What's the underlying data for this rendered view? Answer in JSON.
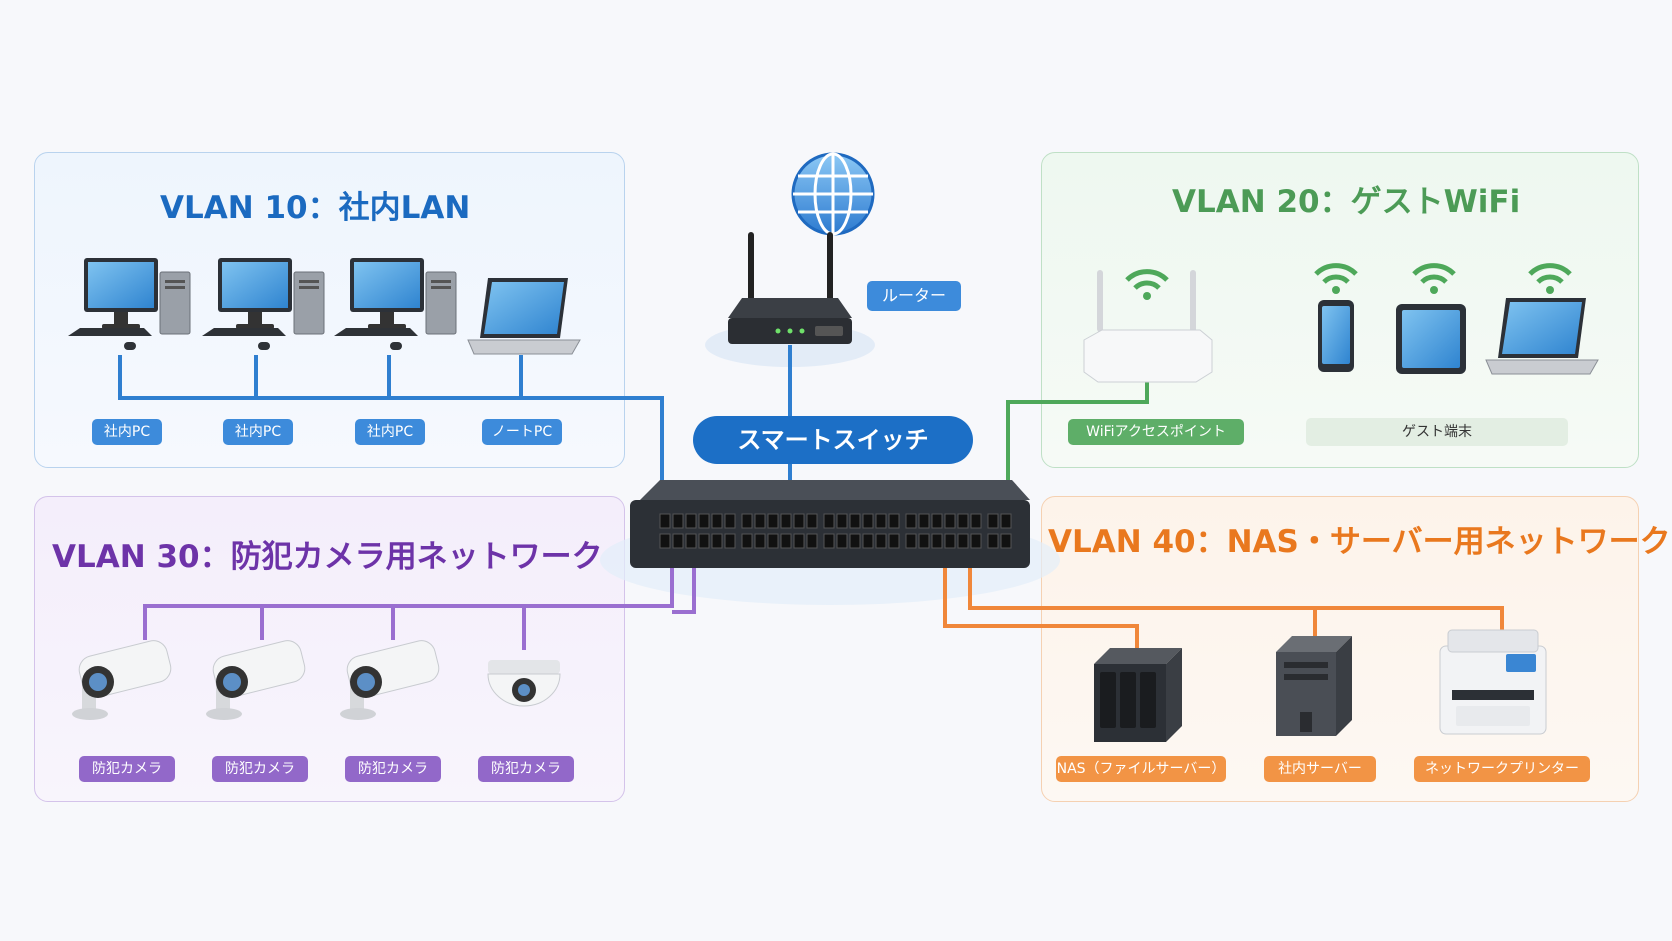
{
  "colors": {
    "vlan10": "#1b6ac0",
    "vlan20": "#4c9b56",
    "vlan30": "#6d33a8",
    "vlan40": "#e9781e",
    "switch": "#1c6fc6"
  },
  "router": {
    "label": "ルーター",
    "icon": "globe-icon"
  },
  "switch": {
    "label": "スマートスイッチ"
  },
  "vlan10": {
    "title": "VLAN 10：社内LAN",
    "devices": [
      "社内PC",
      "社内PC",
      "社内PC",
      "ノートPC"
    ]
  },
  "vlan20": {
    "title": "VLAN 20：ゲストWiFi",
    "ap_label": "WiFiアクセスポイント",
    "guest_label": "ゲスト端末"
  },
  "vlan30": {
    "title": "VLAN 30：防犯カメラ用ネットワーク",
    "devices": [
      "防犯カメラ",
      "防犯カメラ",
      "防犯カメラ",
      "防犯カメラ"
    ]
  },
  "vlan40": {
    "title": "VLAN 40：NAS・サーバー用ネットワーク",
    "devices": [
      "NAS（ファイルサーバー）",
      "社内サーバー",
      "ネットワークプリンター"
    ]
  }
}
